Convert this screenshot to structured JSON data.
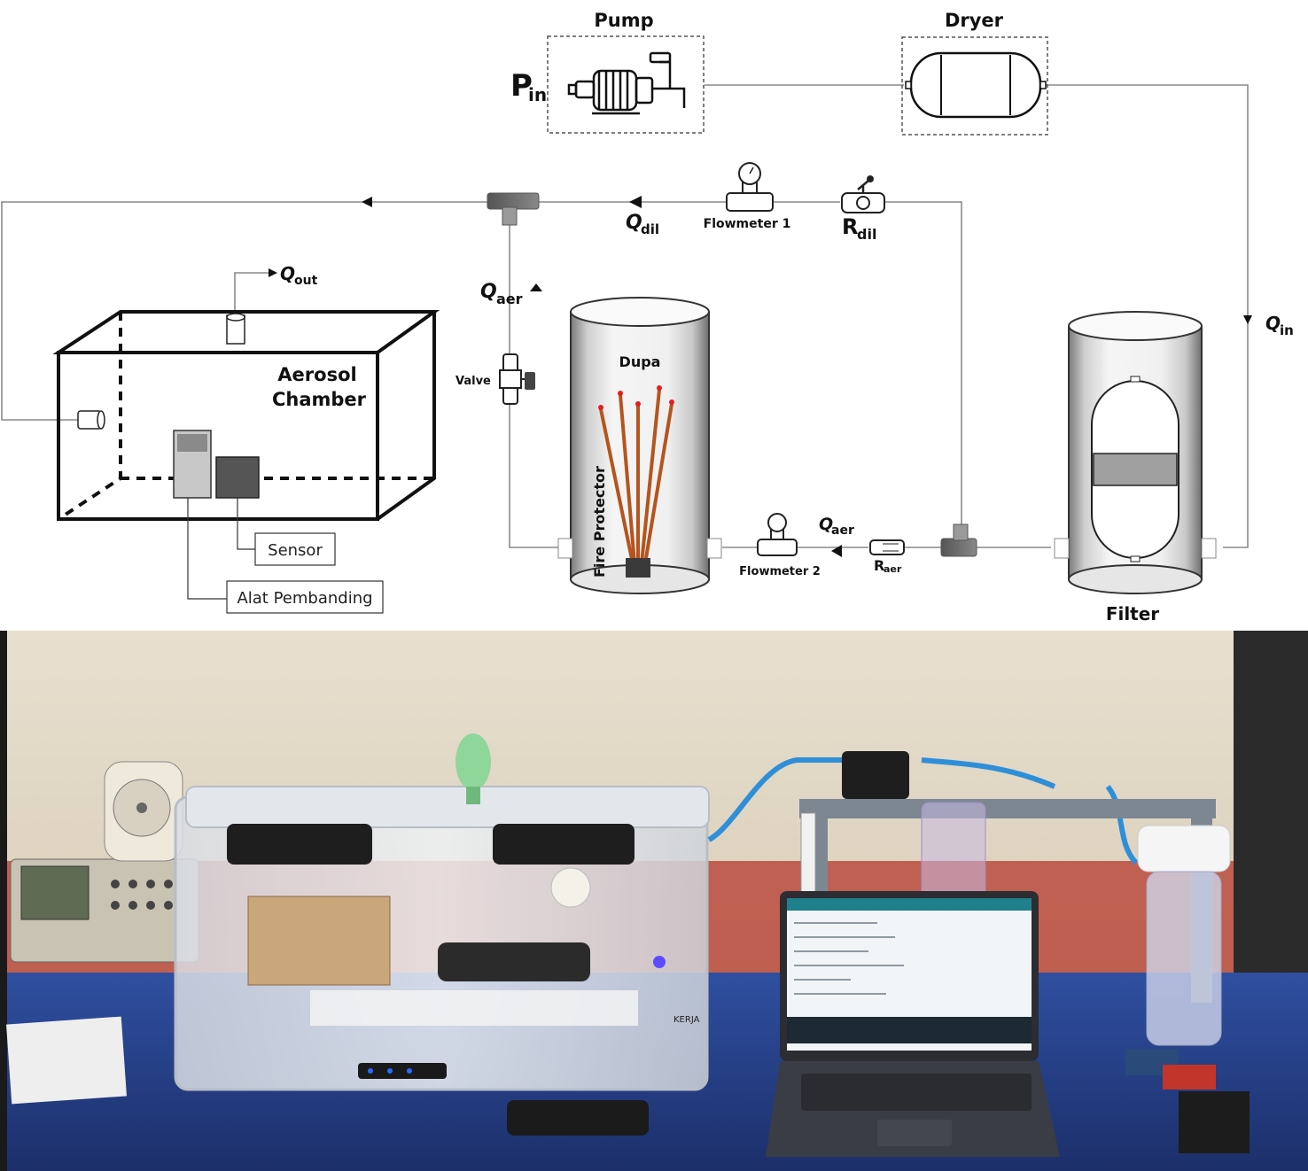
{
  "diagram": {
    "pump": {
      "label": "Pump",
      "pressure_symbol": "P",
      "pressure_sub": "in"
    },
    "dryer": {
      "label": "Dryer"
    },
    "flows": {
      "q_dil": {
        "symbol": "Q",
        "sub": "dil"
      },
      "q_aer_top": {
        "symbol": "Q",
        "sub": "aer"
      },
      "q_aer_bottom": {
        "symbol": "Q",
        "sub": "aer"
      },
      "q_out": {
        "symbol": "Q",
        "sub": "out"
      },
      "q_in": {
        "symbol": "Q",
        "sub": "in"
      }
    },
    "regulators": {
      "r_dil": {
        "symbol": "R",
        "sub": "dil"
      },
      "r_aer": {
        "symbol": "R",
        "sub": "aer"
      }
    },
    "flowmeter1": {
      "label": "Flowmeter 1"
    },
    "flowmeter2": {
      "label": "Flowmeter 2"
    },
    "valve": {
      "label": "Valve"
    },
    "burner": {
      "top_label": "Dupa",
      "side_label": "Fire Protector"
    },
    "filter": {
      "label": "Filter"
    },
    "chamber": {
      "line1": "Aerosol",
      "line2": "Chamber"
    },
    "sensor": {
      "label": "Sensor"
    },
    "reference_device": {
      "label": "Alat Pembanding"
    }
  },
  "photo": {
    "bench_sign": "KERJA"
  }
}
